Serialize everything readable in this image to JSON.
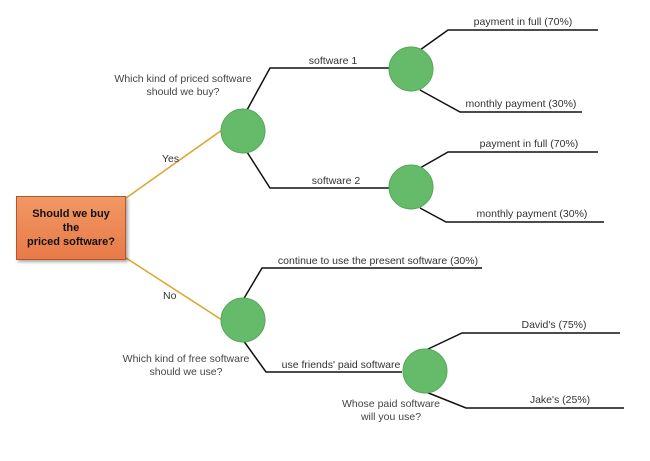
{
  "root": {
    "label_line1": "Should we buy the",
    "label_line2": "priced software?"
  },
  "branches": {
    "yes": "Yes",
    "no": "No"
  },
  "questions": {
    "priced": {
      "line1": "Which kind of priced software",
      "line2": "should we buy?"
    },
    "free": {
      "line1": "Which kind of free software",
      "line2": "should we use?"
    },
    "whose": {
      "line1": "Whose paid software",
      "line2": "will you use?"
    }
  },
  "options": {
    "software1": "software 1",
    "software2": "software 2",
    "continue_present": "continue to use the present software (30%)",
    "friends_paid": "use friends' paid software"
  },
  "outcomes": {
    "s1_full": "payment in full (70%)",
    "s1_monthly": "monthly payment (30%)",
    "s2_full": "payment in full (70%)",
    "s2_monthly": "monthly payment (30%)",
    "davids": "David's (75%)",
    "jakes": "Jake's (25%)"
  },
  "colors": {
    "chance_node": "#66bb6a",
    "chance_node_border": "#55a85a",
    "root_fill": "#ec8452",
    "branch_line": "#d9a62a",
    "tree_line": "#111111"
  }
}
